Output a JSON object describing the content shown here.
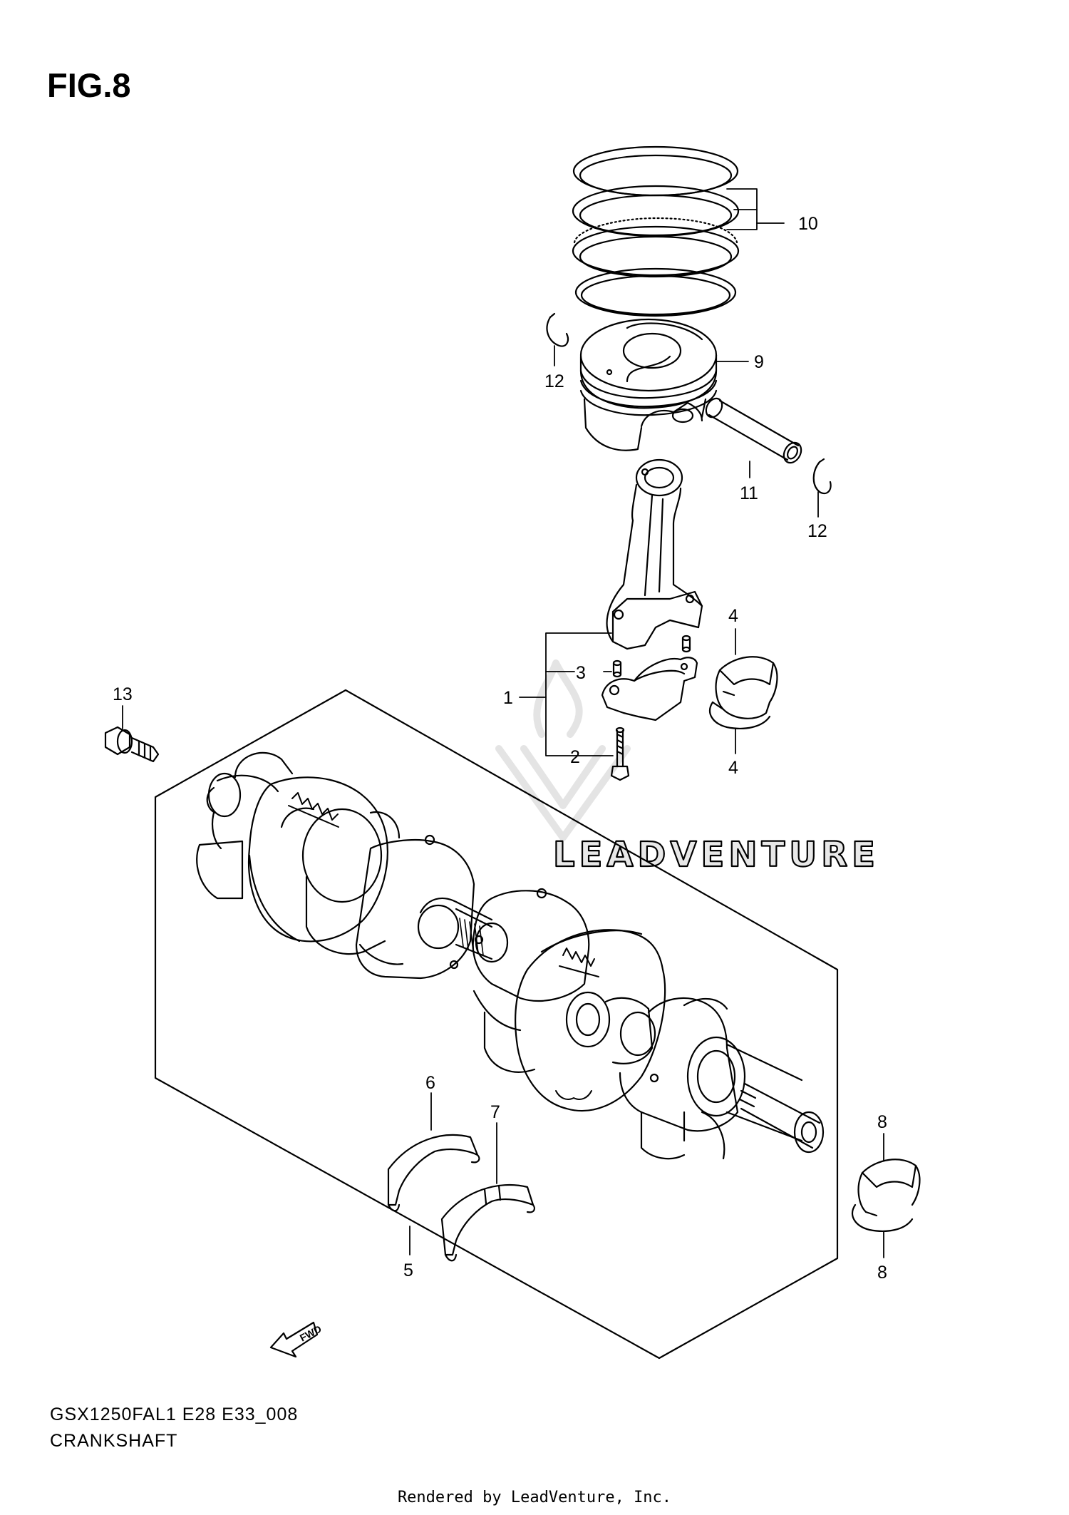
{
  "figure": {
    "title": "FIG.8"
  },
  "footer": {
    "model_code": "GSX1250FAL1 E28 E33_008",
    "section_name": "CRANKSHAFT",
    "rendered_by": "Rendered by LeadVenture, Inc."
  },
  "watermark": {
    "text": "LEADVENTURE"
  },
  "direction_marker": {
    "text": "FWD"
  },
  "callouts": {
    "c1": "1",
    "c2": "2",
    "c3": "3",
    "c4a": "4",
    "c4b": "4",
    "c5": "5",
    "c6": "6",
    "c7": "7",
    "c8a": "8",
    "c8b": "8",
    "c9": "9",
    "c10": "10",
    "c11": "11",
    "c12a": "12",
    "c12b": "12",
    "c13": "13"
  }
}
